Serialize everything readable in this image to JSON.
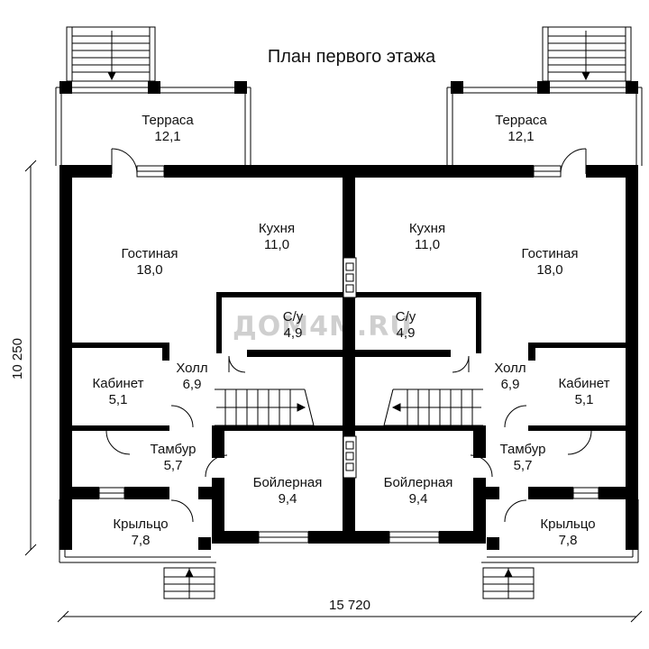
{
  "title": "План первого этажа",
  "watermark": "ДОМ4М.RU",
  "dimensions": {
    "width": "15 720",
    "height": "10 250"
  },
  "rooms": [
    {
      "name": "Терраса",
      "area": "12,1"
    },
    {
      "name": "Гостиная",
      "area": "18,0"
    },
    {
      "name": "Кухня",
      "area": "11,0"
    },
    {
      "name": "С/у",
      "area": "4,9"
    },
    {
      "name": "Холл",
      "area": "6,9"
    },
    {
      "name": "Кабинет",
      "area": "5,1"
    },
    {
      "name": "Тамбур",
      "area": "5,7"
    },
    {
      "name": "Бойлерная",
      "area": "9,4"
    },
    {
      "name": "Крыльцо",
      "area": "7,8"
    },
    {
      "name": "Терраса",
      "area": "12,1"
    },
    {
      "name": "Гостиная",
      "area": "18,0"
    },
    {
      "name": "Кухня",
      "area": "11,0"
    },
    {
      "name": "С/у",
      "area": "4,9"
    },
    {
      "name": "Холл",
      "area": "6,9"
    },
    {
      "name": "Кабинет",
      "area": "5,1"
    },
    {
      "name": "Тамбур",
      "area": "5,7"
    },
    {
      "name": "Бойлерная",
      "area": "9,4"
    },
    {
      "name": "Крыльцо",
      "area": "7,8"
    }
  ]
}
